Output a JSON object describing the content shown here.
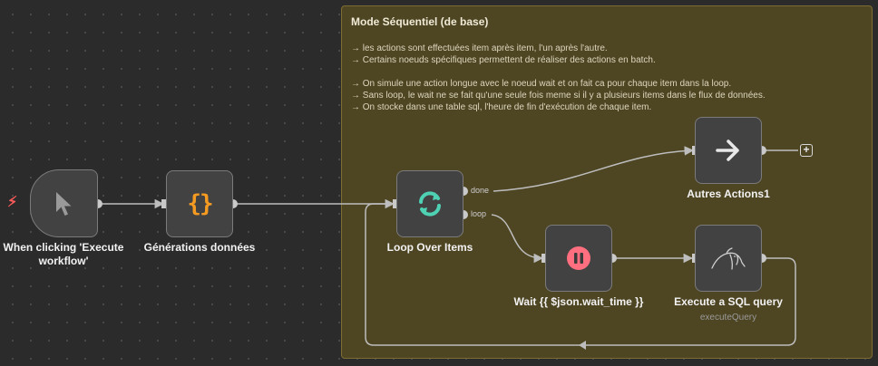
{
  "sticky": {
    "title": "Mode Séquentiel (de base)",
    "lines": [
      "→ les actions sont effectuées item après item, l'un après l'autre.",
      "→ Certains noeuds spécifiques permettent de réaliser des actions en batch.",
      "",
      "→ On simule une action longue avec le noeud wait et on fait ca pour chaque item dans la loop.",
      "→ Sans loop, le wait ne se fait qu'une seule fois meme si il y a plusieurs items dans le flux de données.",
      "→ On stocke dans une table sql, l'heure de fin d'exécution de chaque item."
    ]
  },
  "nodes": {
    "trigger": {
      "label_line1": "When clicking 'Execute",
      "label_line2": "workflow'",
      "icon": "cursor-pointer-icon"
    },
    "generate": {
      "label": "Générations données",
      "icon": "curly-braces-icon",
      "icon_text": "{}"
    },
    "loop": {
      "label": "Loop Over Items",
      "icon": "loop-arrows-icon",
      "port_done": "done",
      "port_loop": "loop"
    },
    "autres": {
      "label": "Autres Actions1",
      "icon": "arrow-right-icon"
    },
    "wait": {
      "label": "Wait {{ $json.wait_time }}",
      "icon": "pause-icon"
    },
    "sql": {
      "label": "Execute a SQL query",
      "sub": "executeQuery",
      "icon": "mysql-dolphin-icon"
    }
  },
  "add_button": {
    "label": "+"
  },
  "colors": {
    "canvas": "#2b2b2b",
    "sticky_bg": "#4e4523",
    "node_bg": "#424242",
    "edge": "#bdbdbd",
    "loop_icon": "#4fd1b3",
    "pause_icon": "#ff6f7f",
    "curly_icon": "#f59b22",
    "trigger_bolt": "#ff5a5a"
  }
}
